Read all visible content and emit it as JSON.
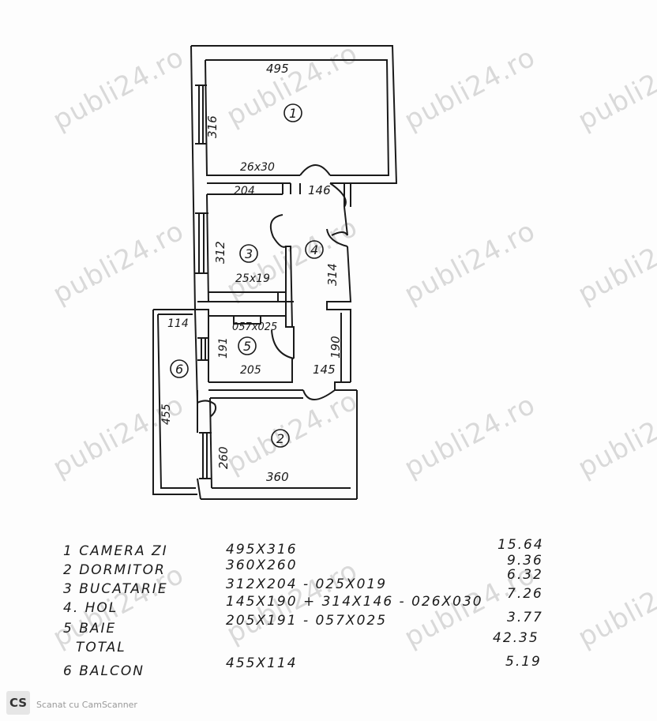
{
  "watermark": "publi24.ro",
  "dimensions": {
    "d495": "495",
    "d316": "316",
    "d26x30": "26x30",
    "d204": "204",
    "d146": "146",
    "d312": "312",
    "d314": "314",
    "d25x19": "25x19",
    "d057x025": "057x025",
    "d114": "114",
    "d191": "191",
    "d190": "190",
    "d205": "205",
    "d145": "145",
    "d455": "455",
    "d260": "260",
    "d360": "360"
  },
  "room_numbers": [
    "1",
    "2",
    "3",
    "4",
    "5",
    "6"
  ],
  "legend": [
    {
      "name": "1 CAMERA  ZI",
      "formula": "495X316",
      "area": "15.64"
    },
    {
      "name": "2  DORMITOR",
      "formula": "360X260",
      "area": "9.36"
    },
    {
      "name": "3  BUCATARIE",
      "formula": "312X204 - 025X019",
      "area": "6.32"
    },
    {
      "name": "4.  HOL",
      "formula": "145X190 + 314X146 - 026X030",
      "area": "7.26"
    },
    {
      "name": "5  BAIE",
      "formula": "205X191 - 057X025",
      "area": "3.77"
    },
    {
      "name": "TOTAL",
      "formula": "",
      "area": "42.35"
    },
    {
      "name": "6  BALCON",
      "formula": "455X114",
      "area": "5.19"
    }
  ],
  "footer": {
    "badge": "CS",
    "text": "Scanat cu CamScanner"
  }
}
